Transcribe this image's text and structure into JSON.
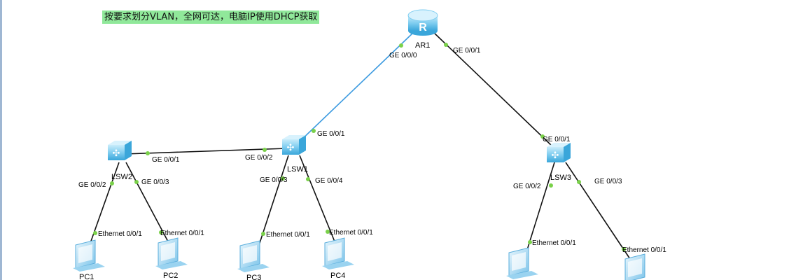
{
  "note": "按要求划分VLAN，全网可达，电脑IP使用DHCP获取",
  "colors": {
    "link": "#111111",
    "highlight_link": "#3d9be0",
    "port_dot": "#7ad14a",
    "note_bg": "#90e89a"
  },
  "devices": {
    "ar1": "AR1",
    "lsw1": "LSW1",
    "lsw2": "LSW2",
    "lsw3": "LSW3",
    "pc1": "PC1",
    "pc2": "PC2",
    "pc3": "PC3",
    "pc4": "PC4"
  },
  "ports": {
    "ar1_ge000": "GE 0/0/0",
    "ar1_ge001": "GE 0/0/1",
    "lsw1_ge001": "GE 0/0/1",
    "lsw1_ge002": "GE 0/0/2",
    "lsw1_ge003": "GE 0/0/3",
    "lsw1_ge004": "GE 0/0/4",
    "lsw2_ge001": "GE 0/0/1",
    "lsw2_ge002": "GE 0/0/2",
    "lsw2_ge003": "GE 0/0/3",
    "lsw3_ge001": "GE 0/0/1",
    "lsw3_ge002": "GE 0/0/2",
    "lsw3_ge003": "GE 0/0/3",
    "pc1_eth": "Ethernet 0/0/1",
    "pc2_eth": "Ethernet 0/0/1",
    "pc3_eth": "Ethernet 0/0/1",
    "pc4_eth": "Ethernet 0/0/1",
    "pc5_eth": "Ethernet 0/0/1",
    "pc6_eth": "Ethernet 0/0/1"
  }
}
